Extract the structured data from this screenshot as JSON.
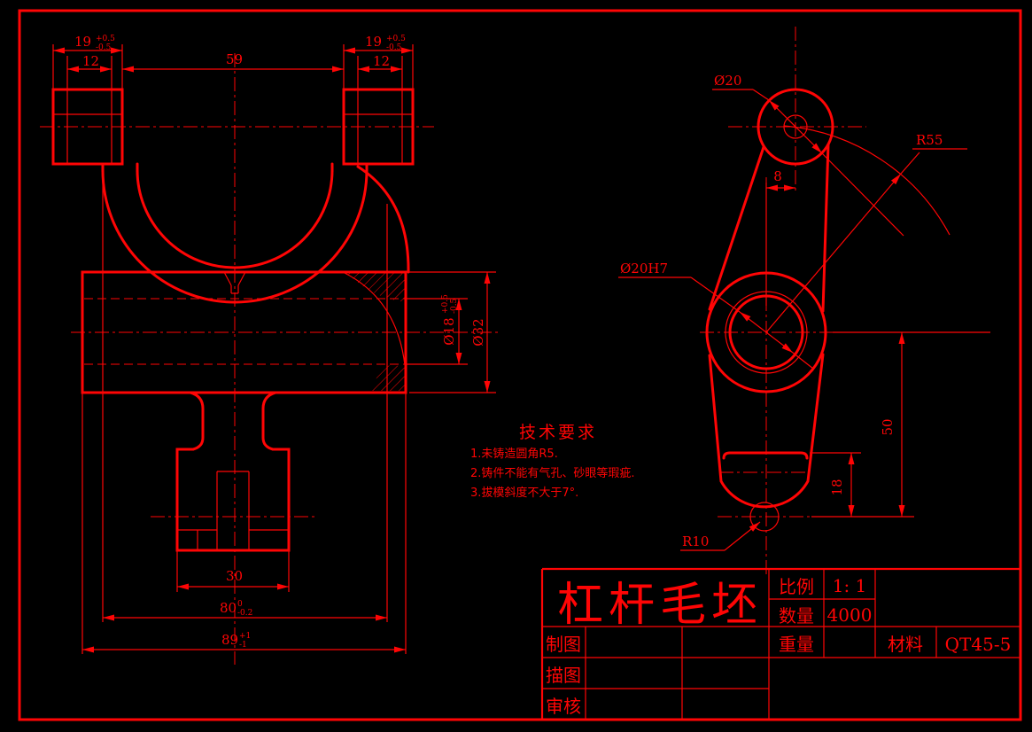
{
  "background": "#000000",
  "line_color": "#ff0505",
  "title_block": {
    "part_title": "杠杆毛坯",
    "scale_label": "比例",
    "scale_value": "1: 1",
    "qty_label": "数量",
    "qty_value": "4000",
    "weight_label": "重量",
    "material_label": "材料",
    "material_value": "QT45-5",
    "drawn_label": "制图",
    "traced_label": "描图",
    "checked_label": "审核"
  },
  "tech_requirements": {
    "heading": "技术要求",
    "item1": "1.未铸造圆角R5.",
    "item2": "2.铸件不能有气孔、砂眼等瑕疵.",
    "item3": "3.拔模斜度不大于7°."
  },
  "front_view": {
    "dim_19_left": "19",
    "dim_19_left_tol_up": "+0.5",
    "dim_19_left_tol_dn": "-0.5",
    "dim_12_left": "12",
    "dim_59": "59",
    "dim_19_right": "19",
    "dim_19_right_tol_up": "+0.5",
    "dim_19_right_tol_dn": "-0.5",
    "dim_12_right": "12",
    "dim_bore": "Ø18",
    "dim_bore_tol_up": "+0.5",
    "dim_bore_tol_dn": "-0.5",
    "dim_outer": "Ø32",
    "dim_30": "30",
    "dim_80": "80",
    "dim_80_tol_up": "0",
    "dim_80_tol_dn": "-0.2",
    "dim_89": "89",
    "dim_89_tol_up": "+1",
    "dim_89_tol_dn": "-1"
  },
  "side_view": {
    "dim_d20": "Ø20",
    "dim_r55": "R55",
    "dim_8": "8",
    "dim_d20h7": "Ø20H7",
    "dim_50": "50",
    "dim_18": "18",
    "dim_r10": "R10"
  }
}
